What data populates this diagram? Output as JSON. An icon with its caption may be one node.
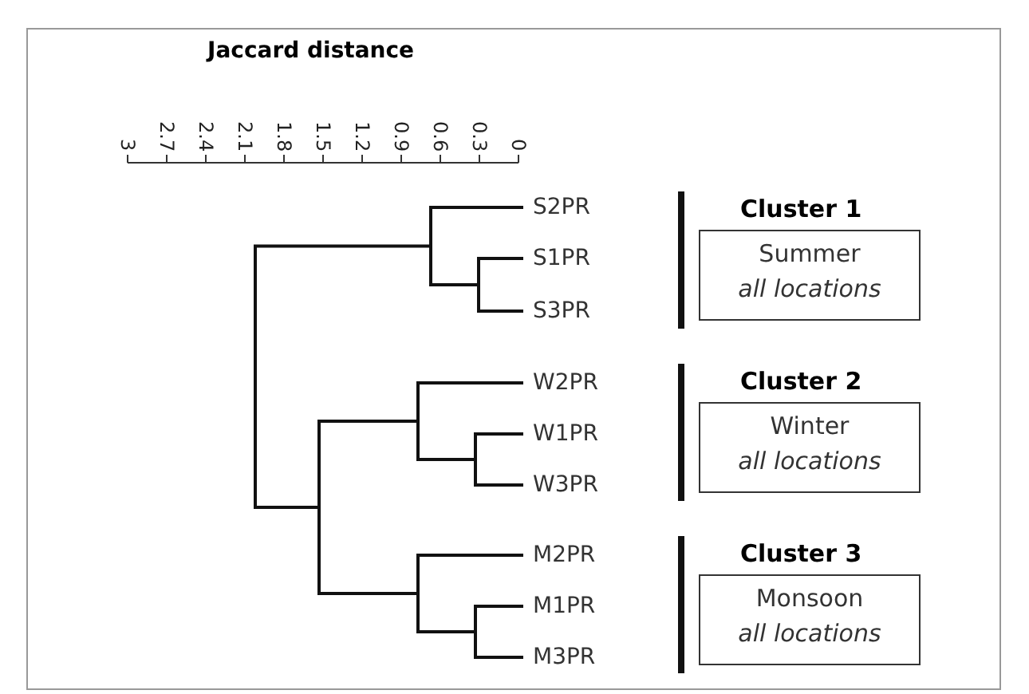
{
  "diagram": {
    "nodes": [
      {
        "text": [
          "Cluster 1",
          "Summer",
          "all locations"
        ]
      },
      {
        "text": [
          "Cluster 2",
          "Winter",
          "all locations"
        ]
      },
      {
        "text": [
          "Cluster 3",
          "Monsoon",
          "all locations"
        ]
      }
    ],
    "labels": [
      "Jaccard distance",
      "3",
      "2.7",
      "2.4",
      "2.1",
      "1.8",
      "1.5",
      "1.2",
      "0.9",
      "0.6",
      "0.3",
      "0",
      "S2PR",
      "S1PR",
      "S3PR",
      "W2PR",
      "W1PR",
      "W3PR",
      "M2PR",
      "M1PR",
      "M3PR"
    ]
  }
}
